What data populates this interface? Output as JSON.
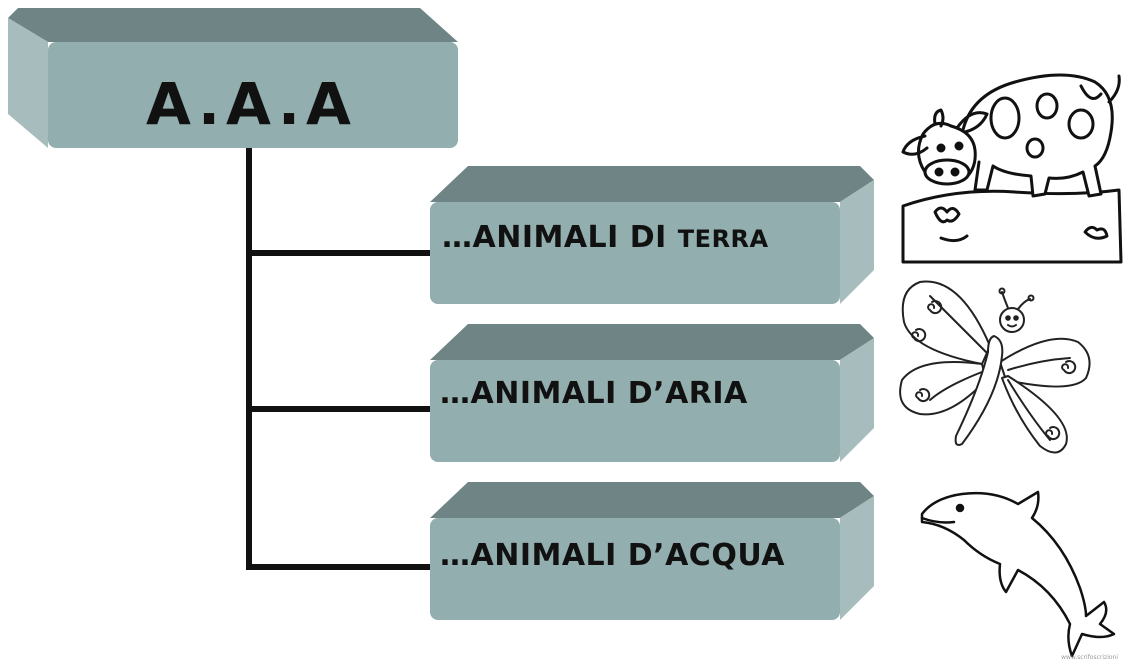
{
  "root": {
    "label": "A.A.A"
  },
  "branches": [
    {
      "prefix": "…ANIMALI DI ",
      "suffix": "TERRA",
      "animal_icon": "cow-icon"
    },
    {
      "prefix": "…ANIMALI D’ARIA",
      "suffix": "",
      "animal_icon": "butterfly-icon"
    },
    {
      "prefix": "…ANIMALI D’ACQUA",
      "suffix": "",
      "animal_icon": "dolphin-icon"
    }
  ],
  "colors": {
    "box_front": "#92aeae",
    "box_top": "#6f8585",
    "box_side": "#a7bdbd",
    "line": "#111111"
  },
  "watermark": "www.scrifoscrizioni"
}
